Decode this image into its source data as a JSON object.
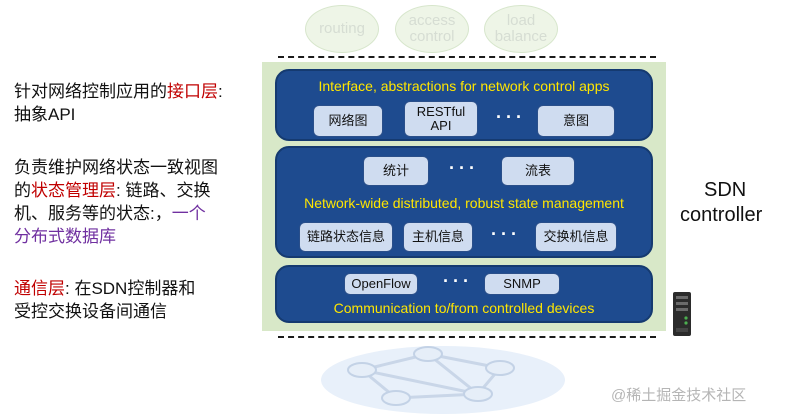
{
  "apps": [
    "routing",
    "access control",
    "load balance"
  ],
  "api_layer": {
    "title": "Interface, abstractions for network control apps",
    "items": [
      "网络图",
      "RESTful API",
      "意图"
    ],
    "ellipsis": "···"
  },
  "state_layer": {
    "top_items": [
      "统计",
      "流表"
    ],
    "title": "Network-wide distributed, robust  state management",
    "bottom_items": [
      "链路状态信息",
      "主机信息",
      "交换机信息"
    ],
    "ellipsis": "···"
  },
  "comm_layer": {
    "items": [
      "OpenFlow",
      "SNMP"
    ],
    "title": "Communication to/from controlled devices",
    "ellipsis": "···"
  },
  "descriptions": {
    "api": {
      "prefix": "针对网络控制应用的",
      "highlight": "接口层",
      "suffix": ":",
      "line2": "抽象API"
    },
    "state": {
      "line1": "负责维护网络状态一致视图",
      "line2_prefix": "的",
      "line2_highlight": "状态管理层",
      "line2_suffix": ": 链路、交换",
      "line3_prefix": "机、服务等的状态:，",
      "line3_purple": "一个",
      "line4_purple": "分布式数据库"
    },
    "comm": {
      "highlight": "通信层",
      "suffix": ":   在SDN控制器和",
      "line2": "受控交换设备间通信"
    }
  },
  "sdn_label": {
    "line1": "SDN",
    "line2": "controller"
  },
  "watermark": "@稀土掘金技术社区",
  "colors": {
    "layer_fill": "#1e4b8f",
    "layer_title": "#ffe600",
    "stack_bg": "#d8e8c8",
    "box_fill": "#cfdcf0",
    "highlight_red": "#c00000",
    "highlight_purple": "#7030a0"
  }
}
